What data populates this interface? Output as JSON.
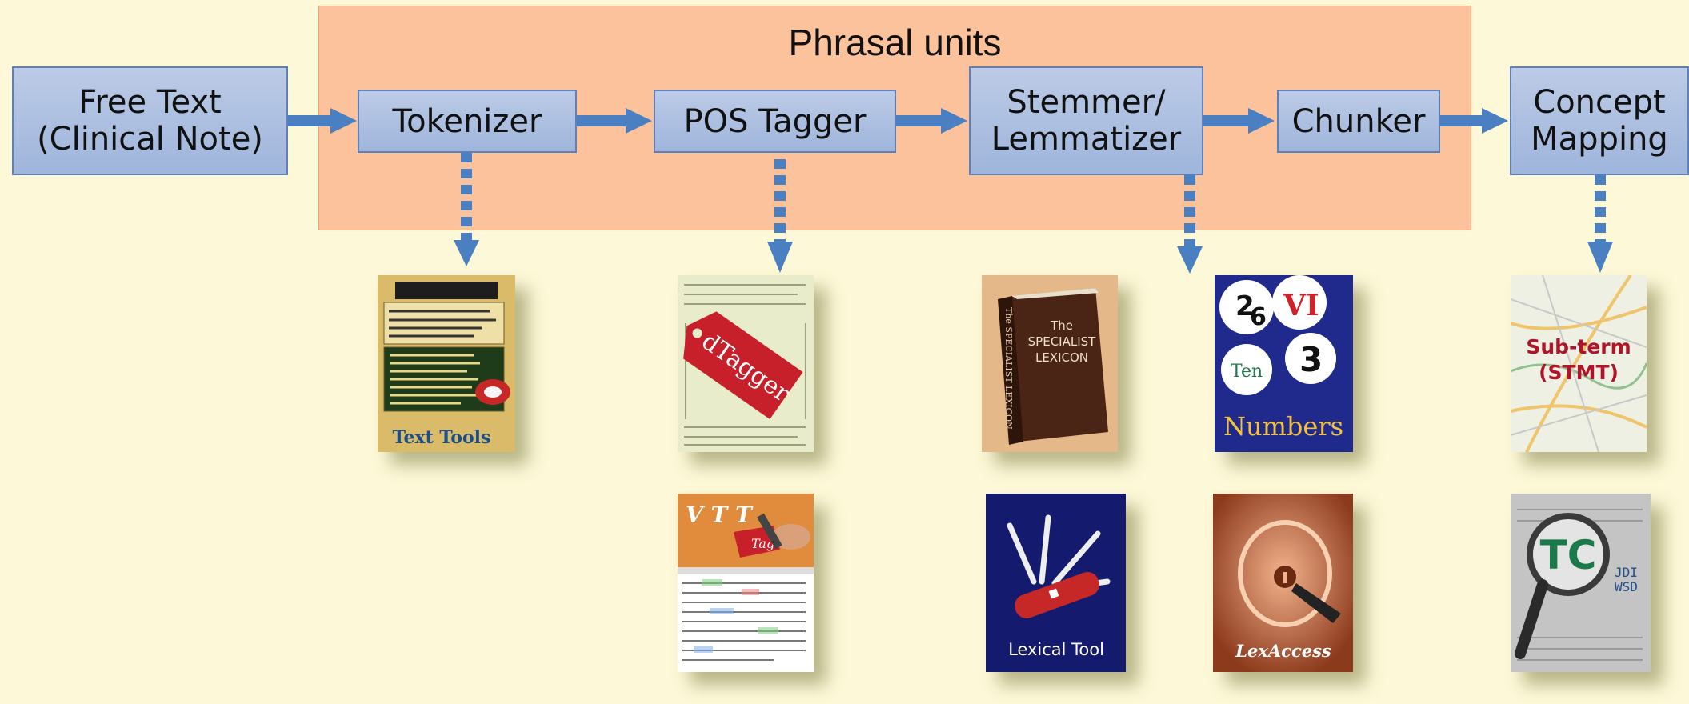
{
  "panel_title": "Phrasal units",
  "steps": {
    "free_text": "Free Text\n(Clinical Note)",
    "tokenizer": "Tokenizer",
    "pos_tagger": "POS Tagger",
    "stemmer": "Stemmer/\nLemmatizer",
    "chunker": "Chunker",
    "concept_mapping": "Concept\nMapping"
  },
  "tools": {
    "text_tools": "Text Tools",
    "dtagger": "dTagger",
    "vtt_title": "V T T",
    "vtt_tag": "Tag",
    "lexicon_line1": "The",
    "lexicon_line2": "SPECIALIST",
    "lexicon_line3": "LEXICON",
    "lexicon_spine": "The SPECIALIST LEXICON",
    "numbers_label": "Numbers",
    "numbers_ten": "Ten",
    "numbers_two": "2",
    "numbers_six": "6",
    "numbers_vi": "VI",
    "numbers_three": "3",
    "lexical_tool": "Lexical Tool",
    "lexaccess": "LexAccess",
    "subterm_line1": "Sub-term",
    "subterm_line2": "(STMT)",
    "tc": "TC",
    "jdi": "JDI",
    "wsd": "WSD"
  },
  "colors": {
    "background": "#fdf8d7",
    "panel": "#fcc29c",
    "box": "#a9bde0",
    "arrow": "#4a7fc1"
  }
}
